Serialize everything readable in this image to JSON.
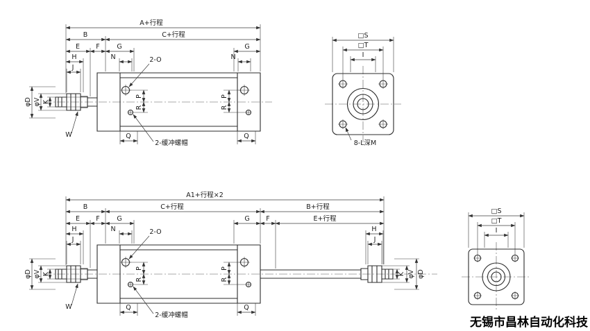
{
  "watermark": {
    "text": "无锡市昌林自动化科技"
  },
  "top_side_view": {
    "dims": {
      "a": "A+行程",
      "b": "B",
      "c": "C+行程",
      "e": "E",
      "f": "F",
      "g_left": "G",
      "g_right": "G",
      "h": "H",
      "n_left": "N",
      "n_right": "N",
      "j": "J",
      "dia_d": "φD",
      "dia_v": "φV",
      "k": "K",
      "w": "W",
      "p_left": "P",
      "r_left": "R",
      "p_right": "P",
      "r_right": "R",
      "q_left": "Q",
      "q_right": "Q"
    },
    "callouts": {
      "ports": "2-O",
      "cushion": "2-缓冲螺帽"
    }
  },
  "top_front_view": {
    "dims": {
      "s": "□S",
      "t": "□T",
      "i": "I"
    },
    "callouts": {
      "holes": "8-L深M"
    }
  },
  "bottom_side_view": {
    "dims": {
      "a1": "A1+行程×2",
      "b": "B",
      "c": "C+行程",
      "b_stroke": "B+行程",
      "e": "E",
      "f_left": "F",
      "g_left": "G",
      "g_right": "G",
      "f_right": "F",
      "e_stroke": "E+行程",
      "h_left": "H",
      "n": "N",
      "h_right": "H",
      "j_left": "J",
      "j_right": "J",
      "dia_d_left": "φD",
      "dia_v_left": "φV",
      "k_left": "K",
      "k_right": "K",
      "dia_v_right": "φV",
      "dia_d_right": "φD",
      "w": "W",
      "p_left": "P",
      "r_left": "R",
      "p_right": "P",
      "r_right": "R",
      "q_left": "Q",
      "q_right": "Q"
    },
    "callouts": {
      "ports": "2-O",
      "cushion": "2-缓冲螺帽"
    }
  },
  "bottom_front_view": {
    "dims": {
      "s": "□S",
      "t": "□T",
      "i": "I"
    }
  }
}
